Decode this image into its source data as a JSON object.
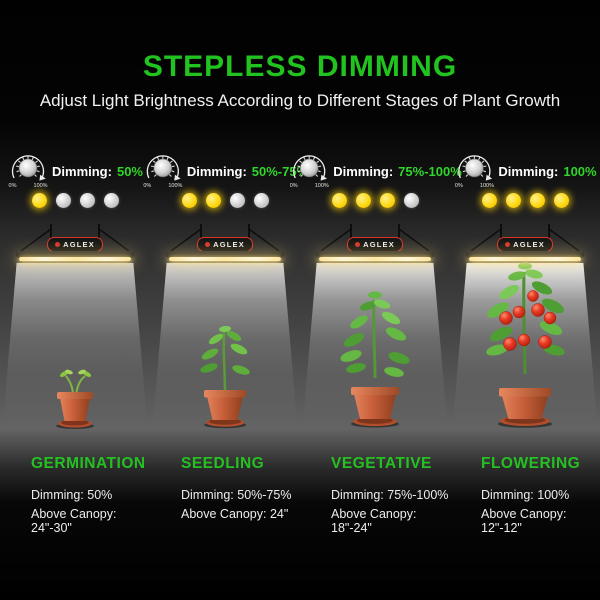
{
  "header": {
    "title": "STEPLESS DIMMING",
    "subtitle": "Adjust Light Brightness According to Different Stages of Plant Growth"
  },
  "brand_label": "AGLEX",
  "dimmer": {
    "label": "Dimming:",
    "knob_min_label": "0%",
    "knob_max_label": "100%"
  },
  "colors": {
    "accent_green": "#21c31f",
    "value_green": "#32d42c",
    "dot_on_yellow": "#ffd60a",
    "dot_off_gray": "#c6c6c6",
    "badge_red": "#d8322a",
    "pot_terracotta": "#c75f3a",
    "leaf_green": "#5fae3c",
    "fruit_red": "#e83b25"
  },
  "columns": [
    {
      "stage": "GERMINATION",
      "dimming_value": "50%",
      "dots": [
        "on",
        "off",
        "off",
        "off"
      ],
      "details": {
        "dimming": "Dimming: 50%",
        "above_canopy": "Above Canopy: 24\"-30\""
      }
    },
    {
      "stage": "SEEDLING",
      "dimming_value": "50%-75%",
      "dots": [
        "on",
        "on",
        "off",
        "off"
      ],
      "details": {
        "dimming": "Dimming: 50%-75%",
        "above_canopy": "Above Canopy: 24\""
      }
    },
    {
      "stage": "VEGETATIVE",
      "dimming_value": "75%-100%",
      "dots": [
        "on",
        "on",
        "on",
        "off"
      ],
      "details": {
        "dimming": "Dimming: 75%-100%",
        "above_canopy": "Above Canopy: 18\"-24\""
      }
    },
    {
      "stage": "FLOWERING",
      "dimming_value": "100%",
      "dots": [
        "on",
        "on",
        "on",
        "on"
      ],
      "details": {
        "dimming": "Dimming: 100%",
        "above_canopy": "Above Canopy: 12\"-12\""
      }
    }
  ]
}
